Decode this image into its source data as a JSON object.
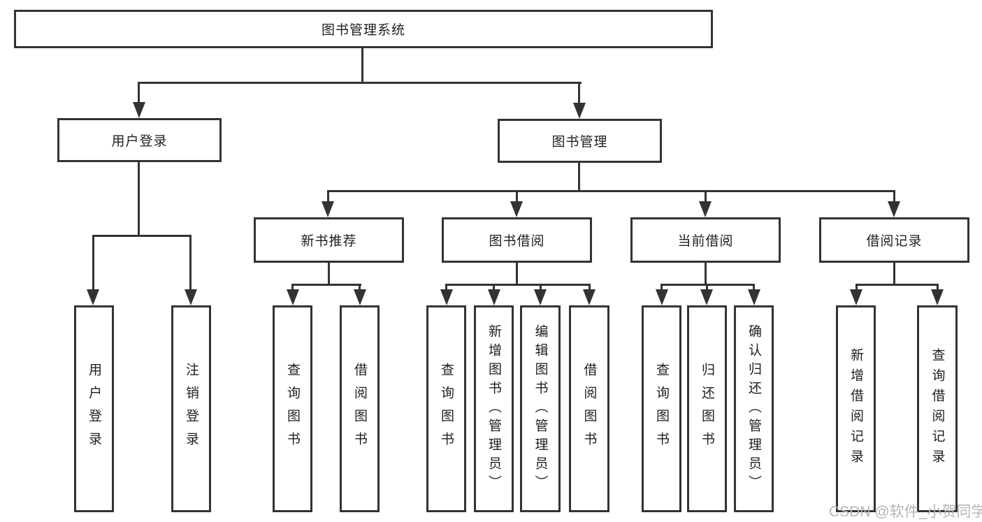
{
  "diagram": {
    "root": {
      "label": "图书管理系统"
    },
    "level2": [
      {
        "label": "用户登录"
      },
      {
        "label": "图书管理"
      }
    ],
    "level3": [
      {
        "label": "新书推荐"
      },
      {
        "label": "图书借阅"
      },
      {
        "label": "当前借阅"
      },
      {
        "label": "借阅记录"
      }
    ],
    "leaves": {
      "user_login": [
        {
          "label": "用户登录"
        },
        {
          "label": "注销登录"
        }
      ],
      "new_book": [
        {
          "label": "查询图书"
        },
        {
          "label": "借阅图书"
        }
      ],
      "book_borrow": [
        {
          "label": "查询图书"
        },
        {
          "label": "新增图书（管理员）"
        },
        {
          "label": "编辑图书（管理员）"
        },
        {
          "label": "借阅图书"
        }
      ],
      "current_borrow": [
        {
          "label": "查询图书"
        },
        {
          "label": "归还图书"
        },
        {
          "label": "确认归还（管理员）"
        }
      ],
      "borrow_records": [
        {
          "label": "新增借阅记录"
        },
        {
          "label": "查询借阅记录"
        }
      ]
    }
  },
  "watermark": {
    "text": "CSDN @软件_小贺同学"
  },
  "colors": {
    "line": "#333333",
    "text": "#1f1f1f",
    "bg": "#ffffff",
    "watermark": "#b5b5b5"
  }
}
